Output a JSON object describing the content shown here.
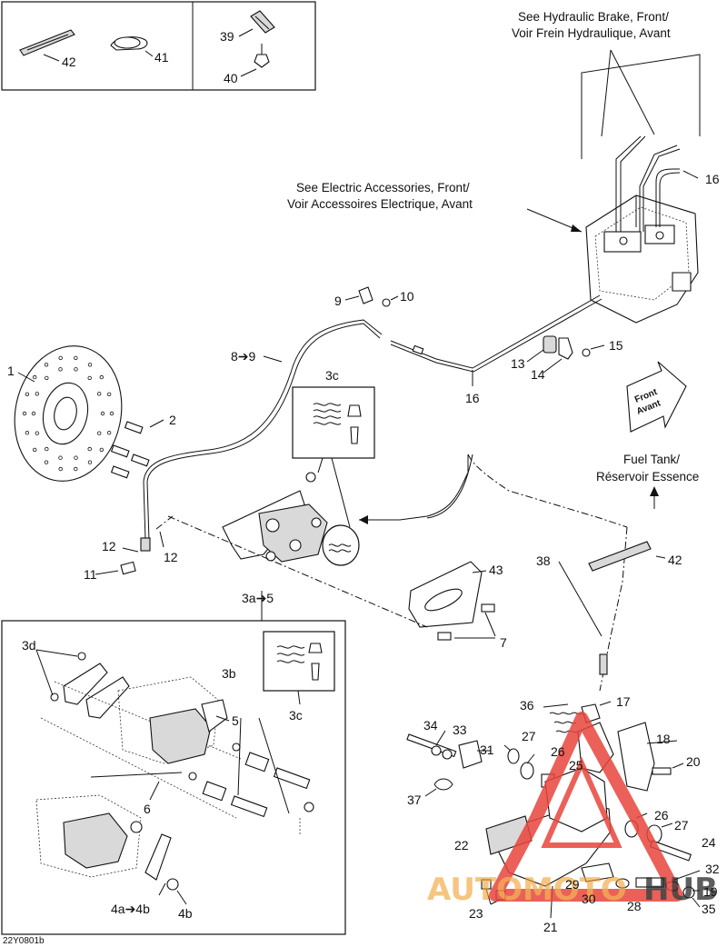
{
  "labels": {
    "l42a": "42",
    "l41": "41",
    "l39": "39",
    "l40": "40",
    "l1": "1",
    "l2": "2",
    "l8to9": "8➔9",
    "l9": "9",
    "l10": "10",
    "l16a": "16",
    "l16b": "16",
    "l13": "13",
    "l14": "14",
    "l15": "15",
    "l3c_top": "3c",
    "l12a": "12",
    "l12b": "12",
    "l11": "11",
    "l3a5": "3a➔5",
    "l43": "43",
    "l7": "7",
    "l38": "38",
    "l42b": "42",
    "l3d": "3d",
    "l3b": "3b",
    "l5": "5",
    "l3c_box": "3c",
    "l6": "6",
    "l4a4b": "4a➔4b",
    "l4b": "4b",
    "l36": "36",
    "l17": "17",
    "l34": "34",
    "l33": "33",
    "l18": "18",
    "l27a": "27",
    "l26a": "26",
    "l31": "31",
    "l25": "25",
    "l20": "20",
    "l37": "37",
    "l26b": "26",
    "l27b": "27",
    "l22": "22",
    "l24": "24",
    "l32": "32",
    "l29": "29",
    "l30": "30",
    "l19": "19",
    "l28": "28",
    "l23": "23",
    "l21": "21",
    "l35": "35"
  },
  "notes": {
    "hydraulic_1": "See Hydraulic Brake, Front/",
    "hydraulic_2": "Voir Frein Hydraulique, Avant",
    "electric_1": "See Electric Accessories, Front/",
    "electric_2": "Voir Accessoires Electrique, Avant",
    "fuel_1": "Fuel Tank/",
    "fuel_2": "Réservoir Essence",
    "front_1": "Front",
    "front_2": "Avant"
  },
  "watermark": {
    "part1": "AUTOMOTO",
    "part2": "HUB",
    "color1": "#f2a53a",
    "color2": "#222222",
    "triangle_color": "#e8453c"
  },
  "footer": {
    "code": "22Y0801b"
  }
}
